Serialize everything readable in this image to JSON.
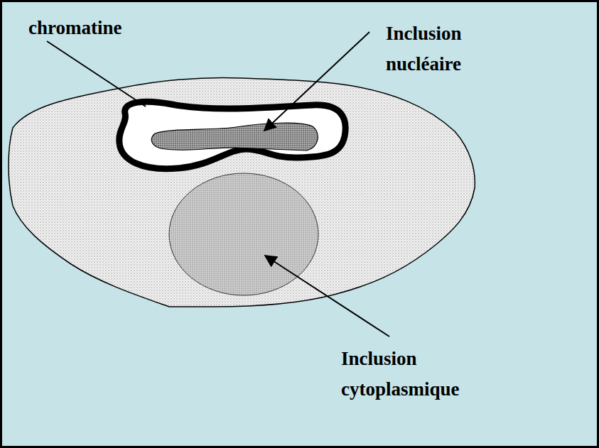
{
  "diagram": {
    "labels": [
      "chromatine",
      "Inclusion nucléaire",
      "Inclusion cytoplasmique"
    ]
  }
}
